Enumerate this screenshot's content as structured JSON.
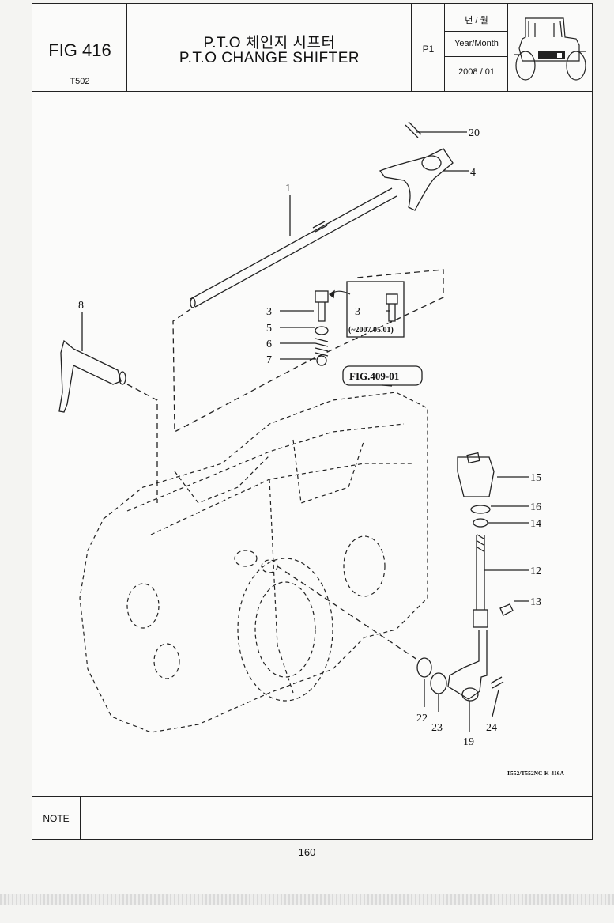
{
  "header": {
    "fig_no": "FIG 416",
    "model": "T502",
    "title_ko": "P.T.O 체인지 시프터",
    "title_en": "P.T.O CHANGE SHIFTER",
    "page": "P1",
    "date_label_ko": "년 / 월",
    "date_label_en": "Year/Month",
    "date_value": "2008 / 01"
  },
  "diagram": {
    "ref_fig": "FIG.409-01",
    "variant_note": "(~2007.05.01)",
    "drawing_code": "T552/T552NC-K-416A",
    "callouts": [
      "20",
      "4",
      "1",
      "8",
      "3",
      "3",
      "5",
      "6",
      "7",
      "15",
      "16",
      "14",
      "12",
      "13",
      "22",
      "23",
      "19",
      "24"
    ]
  },
  "footer": {
    "note_label": "NOTE",
    "page_number": "160"
  }
}
